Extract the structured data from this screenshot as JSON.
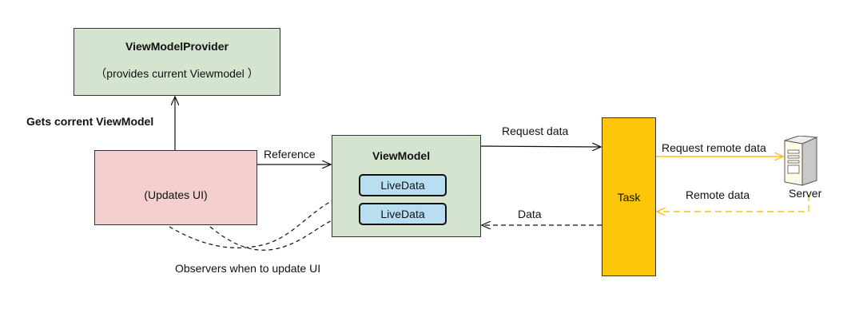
{
  "nodes": {
    "view_model_provider": {
      "title": "ViewModelProvider",
      "subtitle": "（provides current Viewmodel ）"
    },
    "ui": {
      "label": "(Updates UI)"
    },
    "view_model": {
      "title": "ViewModel",
      "live_data": [
        "LiveData",
        "LiveData"
      ]
    },
    "task": {
      "label": "Task"
    },
    "server": {
      "label": "Server"
    }
  },
  "edges": {
    "gets_current_viewmodel": "Gets corrent ViewModel",
    "reference": "Reference",
    "request_data": "Request data",
    "request_remote_data": "Request remote data",
    "remote_data": "Remote data",
    "data": "Data",
    "observers": "Observers when to update UI"
  },
  "colors": {
    "provider_fill": "#d4e4cf",
    "ui_fill": "#f3cfcf",
    "viewmodel_fill": "#d4e4cf",
    "livedata_fill": "#b9def2",
    "task_fill": "#fec609",
    "remote_arrow": "#f7c21a"
  },
  "icons": {
    "server": "server-tower-icon"
  }
}
